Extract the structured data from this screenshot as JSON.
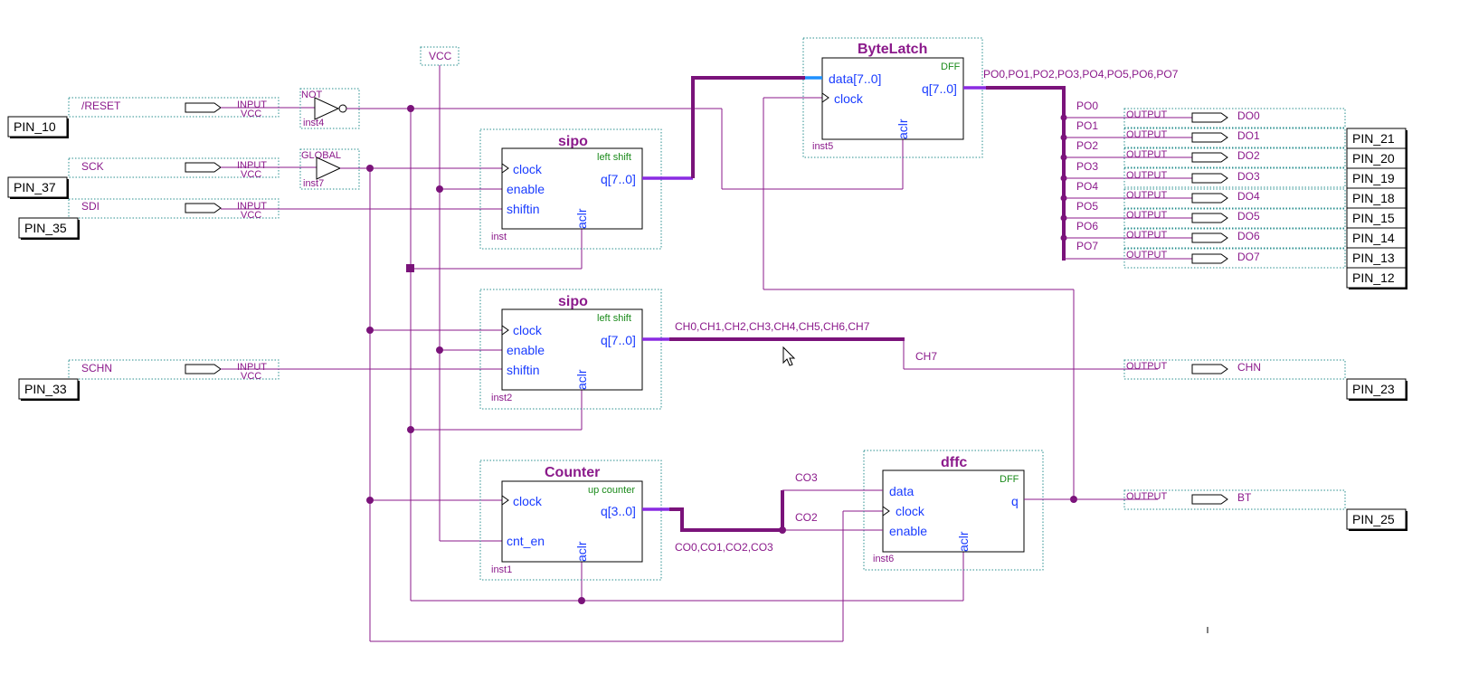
{
  "vcc_label": "VCC",
  "pins": {
    "pin_10": "PIN_10",
    "pin_37": "PIN_37",
    "pin_35": "PIN_35",
    "pin_33": "PIN_33",
    "pin_21": "PIN_21",
    "pin_20": "PIN_20",
    "pin_19": "PIN_19",
    "pin_18": "PIN_18",
    "pin_15": "PIN_15",
    "pin_14": "PIN_14",
    "pin_13": "PIN_13",
    "pin_12": "PIN_12",
    "pin_23": "PIN_23",
    "pin_25": "PIN_25"
  },
  "inputs": {
    "reset": "/RESET",
    "sck": "SCK",
    "sdi": "SDI",
    "schn": "SCHN",
    "type": "INPUT",
    "vcc": "VCC"
  },
  "gates": {
    "not_type": "NOT",
    "not_inst": "inst4",
    "global_type": "GLOBAL",
    "global_inst": "inst7"
  },
  "sipo1": {
    "title": "sipo",
    "mode": "left shift",
    "clock": "clock",
    "enable": "enable",
    "shiftin": "shiftin",
    "q": "q[7..0]",
    "aclr": "aclr",
    "inst": "inst"
  },
  "sipo2": {
    "title": "sipo",
    "mode": "left shift",
    "clock": "clock",
    "enable": "enable",
    "shiftin": "shiftin",
    "q": "q[7..0]",
    "aclr": "aclr",
    "inst": "inst2"
  },
  "counter": {
    "title": "Counter",
    "mode": "up counter",
    "clock": "clock",
    "cnt_en": "cnt_en",
    "q": "q[3..0]",
    "aclr": "aclr",
    "inst": "inst1"
  },
  "bytelatch": {
    "title": "ByteLatch",
    "type": "DFF",
    "data": "data[7..0]",
    "clock": "clock",
    "q": "q[7..0]",
    "aclr": "aclr",
    "inst": "inst5"
  },
  "dffc": {
    "title": "dffc",
    "type": "DFF",
    "data": "data",
    "clock": "clock",
    "enable": "enable",
    "q": "q",
    "aclr": "aclr",
    "inst": "inst6"
  },
  "buses": {
    "po_bus": "PO0,PO1,PO2,PO3,PO4,PO5,PO6,PO7",
    "ch_bus": "CH0,CH1,CH2,CH3,CH4,CH5,CH6,CH7",
    "ch7": "CH7",
    "co_bus": "CO0,CO1,CO2,CO3",
    "co3": "CO3",
    "co2": "CO2"
  },
  "po_taps": [
    "PO0",
    "PO1",
    "PO2",
    "PO3",
    "PO4",
    "PO5",
    "PO6",
    "PO7"
  ],
  "outputs": {
    "type": "OUTPUT",
    "do": [
      "DO0",
      "DO1",
      "DO2",
      "DO3",
      "DO4",
      "DO5",
      "DO6",
      "DO7"
    ],
    "chn": "CHN",
    "bt": "BT"
  },
  "colors": {
    "wire": "#8b1a8b",
    "port_text": "#1a3cff",
    "frame": "#2a8f8f",
    "type_text": "#1a8a1a"
  }
}
